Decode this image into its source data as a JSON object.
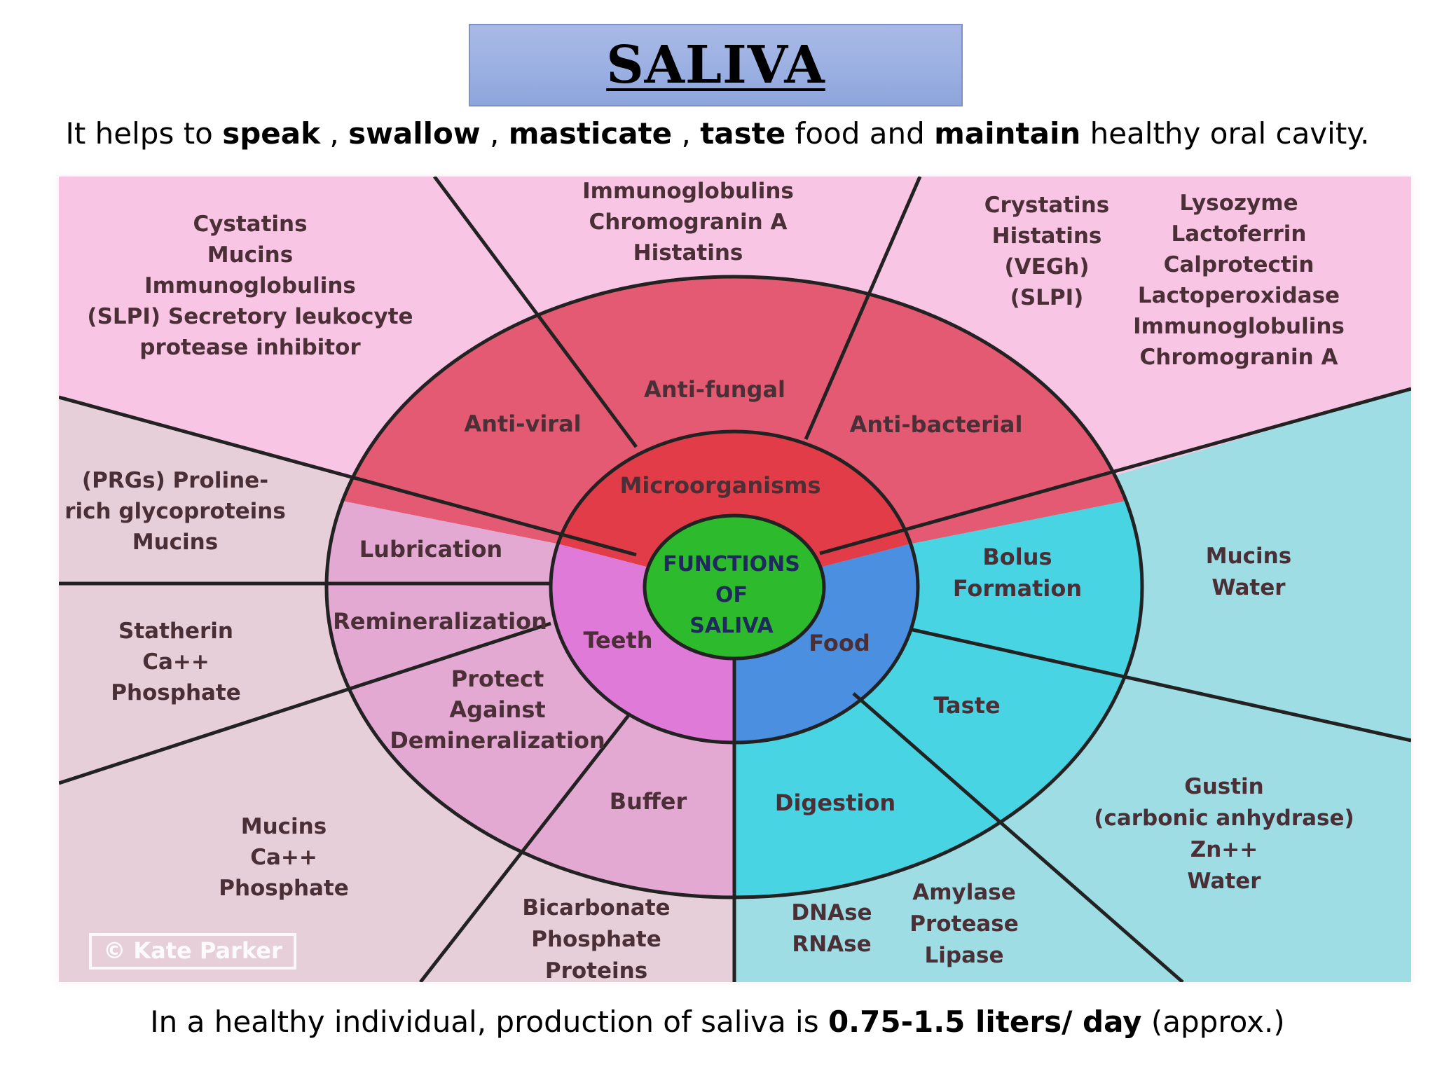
{
  "title": "SALIVA",
  "subtitle": {
    "p1": "It helps to ",
    "b1": "speak",
    "p2": " , ",
    "b2": "swallow",
    "p3": " , ",
    "b3": "masticate",
    "p4": " , ",
    "b4": "taste",
    "p5": " food and ",
    "b5": "maintain",
    "p6": " healthy oral cavity."
  },
  "footer": {
    "p1": "In a healthy individual, production of saliva is ",
    "b1": "0.75-1.5 liters/ day",
    "p2": " (approx.)"
  },
  "diagram": {
    "center": [
      "FUNCTIONS",
      "OF",
      "SALIVA"
    ],
    "groups": {
      "microorganisms": "Microorganisms",
      "teeth": "Teeth",
      "food": "Food"
    },
    "functions": {
      "antiviral": "Anti-viral",
      "antifungal": "Anti-fungal",
      "antibacterial": "Anti-bacterial",
      "lubrication": "Lubrication",
      "remineralization": "Remineralization",
      "protect": [
        "Protect",
        "Against",
        "Demineralization"
      ],
      "buffer": "Buffer",
      "bolus": [
        "Bolus",
        "Formation"
      ],
      "taste": "Taste",
      "digestion": "Digestion"
    },
    "components": {
      "antiviral": [
        "Cystatins",
        "Mucins",
        "Immunoglobulins",
        "(SLPI) Secretory leukocyte",
        "protease inhibitor"
      ],
      "antifungal": [
        "Immunoglobulins",
        "Chromogranin A",
        "Histatins"
      ],
      "antibacterial_a": [
        "Crystatins",
        "Histatins",
        "(VEGh)",
        "(SLPI)"
      ],
      "antibacterial_b": [
        "Lysozyme",
        "Lactoferrin",
        "Calprotectin",
        "Lactoperoxidase",
        "Immunoglobulins",
        "Chromogranin A"
      ],
      "lubrication": [
        "(PRGs) Proline-",
        "rich glycoproteins",
        "Mucins"
      ],
      "remineralization": [
        "Statherin",
        "Ca++",
        "Phosphate"
      ],
      "protect": [
        "Mucins",
        "Ca++",
        "Phosphate"
      ],
      "buffer": [
        "Bicarbonate",
        "Phosphate",
        "Proteins"
      ],
      "bolus": [
        "Mucins",
        "Water"
      ],
      "taste": [
        "Gustin",
        "(carbonic anhydrase)",
        "Zn++",
        "Water"
      ],
      "digestion_a": [
        "DNAse",
        "RNAse"
      ],
      "digestion_b": [
        "Amylase",
        "Protease",
        "Lipase"
      ]
    },
    "watermark": "© Kate Parker",
    "colors": {
      "outer_pink": "#f9c5e4",
      "outer_mauve": "#e6cfd9",
      "outer_cyan": "#9edde3",
      "ring_red": "#e35a72",
      "ring_mauve": "#e3a9d3",
      "ring_cyan": "#48d4e3",
      "inner_red": "#e23c48",
      "inner_magenta": "#e07ad8",
      "inner_blue": "#4a8fe0",
      "center_green": "#2dbb2d",
      "label_text": "#4a3036"
    }
  }
}
